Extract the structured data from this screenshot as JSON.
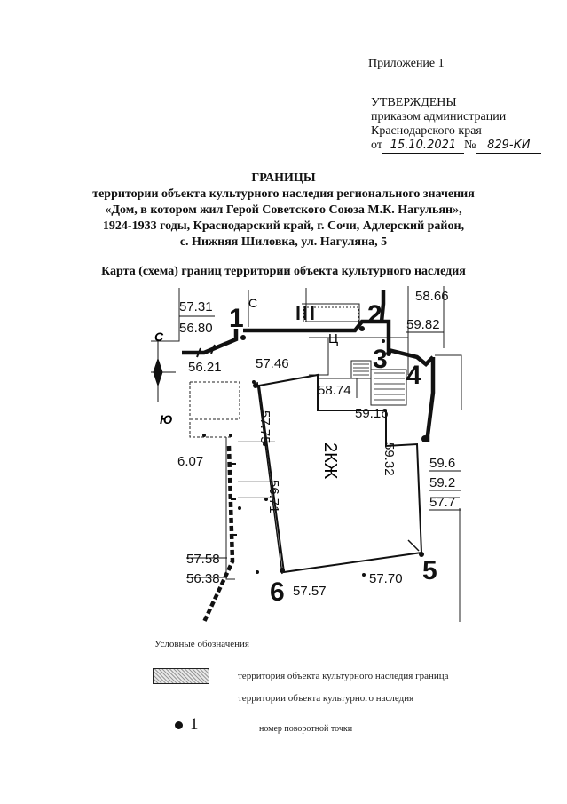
{
  "header": {
    "appendix": "Приложение 1",
    "approved_lines": [
      "УТВЕРЖДЕНЫ",
      "приказом администрации",
      "Краснодарского края"
    ],
    "date_prefix": "от",
    "date_value": "15.10.2021",
    "number_prefix": "№",
    "number_value": "829-КИ"
  },
  "title_lines": [
    "ГРАНИЦЫ",
    "территории объекта культурного наследия регионального значения",
    "«Дом, в котором жил Герой Советского Союза М.К. Нагульян»,",
    "1924-1933 годы, Краснодарский край, г. Сочи, Адлерский район,",
    "с. Нижняя Шиловка, ул. Нагуляна, 5"
  ],
  "map_title": "Карта (схема) границ территории объекта культурного наследия",
  "map": {
    "compass": {
      "north": "С",
      "south": "Ю"
    },
    "building_label": "2КЖ",
    "point_numbers": [
      "1",
      "2",
      "3",
      "4",
      "5",
      "6"
    ],
    "elevations": [
      "57.31",
      "56.80",
      "56.21",
      "57.46",
      "58.74",
      "59.16",
      "57.75",
      "56.71",
      "59.32",
      "6.07",
      "57.58",
      "56.38",
      "57.57",
      "57.70",
      "59.6",
      "59.2",
      "57.7",
      "59.82",
      "58.66"
    ],
    "map_letters": [
      "С",
      "Ц"
    ]
  },
  "legend": {
    "title": "Условные обозначения",
    "items": [
      "территория объекта культурного наследия граница",
      "территории объекта культурного наследия",
      "номер поворотной точки"
    ],
    "point_sample": "1"
  }
}
